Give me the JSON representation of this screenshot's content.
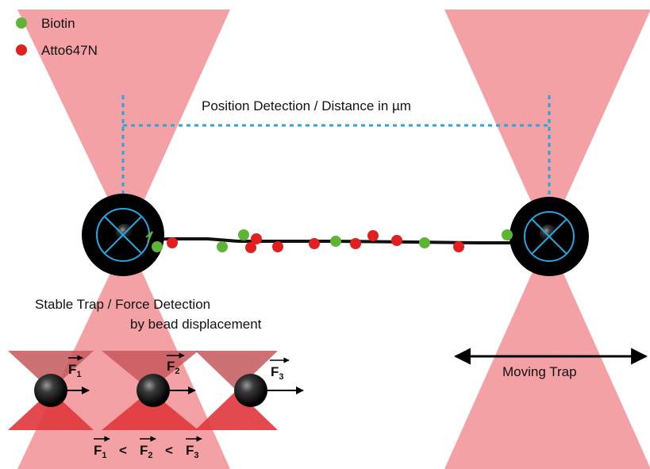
{
  "legend": {
    "items": [
      {
        "label": "Biotin",
        "color": "#5db535"
      },
      {
        "label": "Atto647N",
        "color": "#e01f1f"
      }
    ]
  },
  "labels": {
    "position_detection": "Position Detection / Distance in µm",
    "stable_trap_line1": "Stable Trap / Force Detection",
    "stable_trap_line2": "by bead displacement",
    "moving_trap": "Moving Trap"
  },
  "forces": {
    "symbol": "F",
    "subscripts": [
      "1",
      "2",
      "3"
    ],
    "relation_operator": "<"
  },
  "colors": {
    "laser_beam": "#f4a1a6",
    "trap_focus": "#e0363c",
    "detection_line": "#2ba3dd",
    "bead": "#000000",
    "dna_strand": "#111111"
  }
}
